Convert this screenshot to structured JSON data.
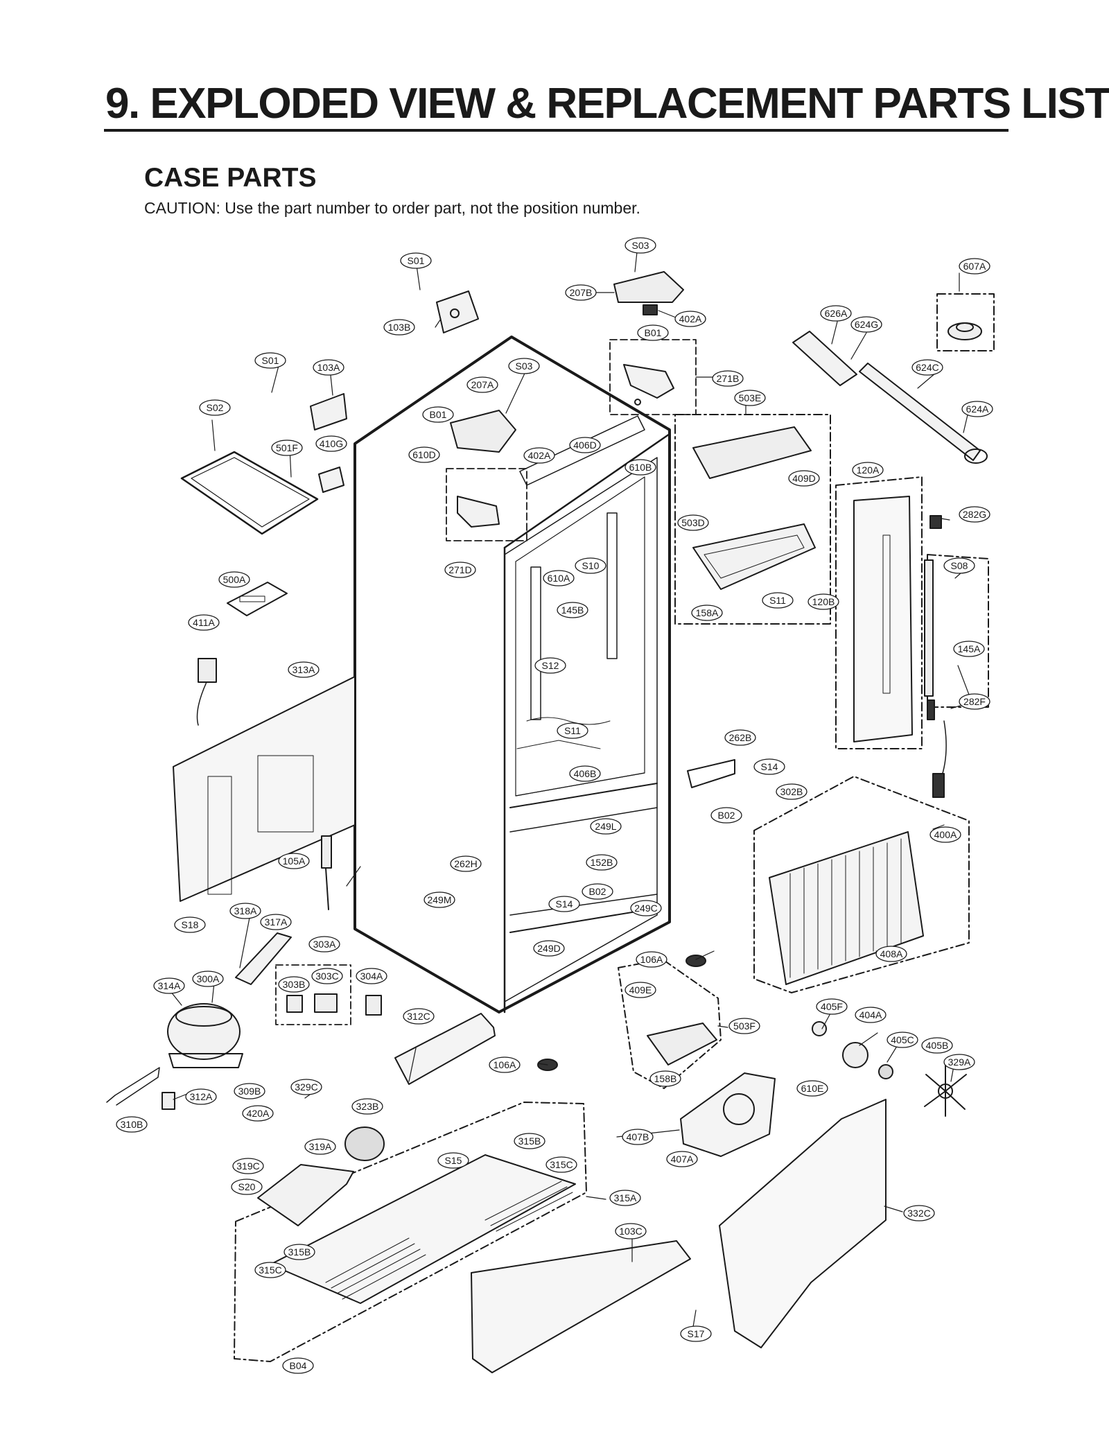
{
  "header": {
    "title": "9. EXPLODED VIEW & REPLACEMENT PARTS LIST",
    "section": "CASE PARTS",
    "caution": "CAUTION: Use the part number to order part, not the position number."
  },
  "labels": [
    {
      "id": "S03",
      "text": "S03"
    },
    {
      "id": "S01",
      "text": "S01"
    },
    {
      "id": "607A",
      "text": "607A"
    },
    {
      "id": "207B",
      "text": "207B"
    },
    {
      "id": "402A-top",
      "text": "402A"
    },
    {
      "id": "626A",
      "text": "626A"
    },
    {
      "id": "624G",
      "text": "624G"
    },
    {
      "id": "103B",
      "text": "103B"
    },
    {
      "id": "B01-top",
      "text": "B01"
    },
    {
      "id": "S01-left",
      "text": "S01"
    },
    {
      "id": "103A",
      "text": "103A"
    },
    {
      "id": "S03-mid",
      "text": "S03"
    },
    {
      "id": "624C",
      "text": "624C"
    },
    {
      "id": "207A",
      "text": "207A"
    },
    {
      "id": "271B",
      "text": "271B"
    },
    {
      "id": "S02",
      "text": "S02"
    },
    {
      "id": "B01-mid",
      "text": "B01"
    },
    {
      "id": "503E",
      "text": "503E"
    },
    {
      "id": "624A",
      "text": "624A"
    },
    {
      "id": "501F",
      "text": "501F"
    },
    {
      "id": "410G",
      "text": "410G"
    },
    {
      "id": "610D",
      "text": "610D"
    },
    {
      "id": "406D",
      "text": "406D"
    },
    {
      "id": "402A-mid",
      "text": "402A"
    },
    {
      "id": "610B",
      "text": "610B"
    },
    {
      "id": "409D",
      "text": "409D"
    },
    {
      "id": "120A",
      "text": "120A"
    },
    {
      "id": "503D",
      "text": "503D"
    },
    {
      "id": "282G",
      "text": "282G"
    },
    {
      "id": "271D",
      "text": "271D"
    },
    {
      "id": "S10",
      "text": "S10"
    },
    {
      "id": "S08",
      "text": "S08"
    },
    {
      "id": "610A",
      "text": "610A"
    },
    {
      "id": "500A",
      "text": "500A"
    },
    {
      "id": "S11-top",
      "text": "S11"
    },
    {
      "id": "120B",
      "text": "120B"
    },
    {
      "id": "145B",
      "text": "145B"
    },
    {
      "id": "158A",
      "text": "158A"
    },
    {
      "id": "411A",
      "text": "411A"
    },
    {
      "id": "145A",
      "text": "145A"
    },
    {
      "id": "313A",
      "text": "313A"
    },
    {
      "id": "S12",
      "text": "S12"
    },
    {
      "id": "282F",
      "text": "282F"
    },
    {
      "id": "S11-mid",
      "text": "S11"
    },
    {
      "id": "262B",
      "text": "262B"
    },
    {
      "id": "S14-right",
      "text": "S14"
    },
    {
      "id": "406B",
      "text": "406B"
    },
    {
      "id": "302B",
      "text": "302B"
    },
    {
      "id": "B02-right",
      "text": "B02"
    },
    {
      "id": "249L",
      "text": "249L"
    },
    {
      "id": "400A",
      "text": "400A"
    },
    {
      "id": "105A",
      "text": "105A"
    },
    {
      "id": "262H",
      "text": "262H"
    },
    {
      "id": "152B",
      "text": "152B"
    },
    {
      "id": "B02-mid",
      "text": "B02"
    },
    {
      "id": "249M",
      "text": "249M"
    },
    {
      "id": "S14-mid",
      "text": "S14"
    },
    {
      "id": "249C",
      "text": "249C"
    },
    {
      "id": "318A",
      "text": "318A"
    },
    {
      "id": "S18",
      "text": "S18"
    },
    {
      "id": "317A",
      "text": "317A"
    },
    {
      "id": "303A",
      "text": "303A"
    },
    {
      "id": "249D",
      "text": "249D"
    },
    {
      "id": "106A-top",
      "text": "106A"
    },
    {
      "id": "408A",
      "text": "408A"
    },
    {
      "id": "300A",
      "text": "300A"
    },
    {
      "id": "303B",
      "text": "303B"
    },
    {
      "id": "303C",
      "text": "303C"
    },
    {
      "id": "304A",
      "text": "304A"
    },
    {
      "id": "314A",
      "text": "314A"
    },
    {
      "id": "409E",
      "text": "409E"
    },
    {
      "id": "405F",
      "text": "405F"
    },
    {
      "id": "404A",
      "text": "404A"
    },
    {
      "id": "312C",
      "text": "312C"
    },
    {
      "id": "503F",
      "text": "503F"
    },
    {
      "id": "405C",
      "text": "405C"
    },
    {
      "id": "405B",
      "text": "405B"
    },
    {
      "id": "106A-mid",
      "text": "106A"
    },
    {
      "id": "329A",
      "text": "329A"
    },
    {
      "id": "158B",
      "text": "158B"
    },
    {
      "id": "329C",
      "text": "329C"
    },
    {
      "id": "309B",
      "text": "309B"
    },
    {
      "id": "610E",
      "text": "610E"
    },
    {
      "id": "312A",
      "text": "312A"
    },
    {
      "id": "323B",
      "text": "323B"
    },
    {
      "id": "420A",
      "text": "420A"
    },
    {
      "id": "310B",
      "text": "310B"
    },
    {
      "id": "407B",
      "text": "407B"
    },
    {
      "id": "315B-top",
      "text": "315B"
    },
    {
      "id": "319A",
      "text": "319A"
    },
    {
      "id": "S15",
      "text": "S15"
    },
    {
      "id": "315C-top",
      "text": "315C"
    },
    {
      "id": "407A",
      "text": "407A"
    },
    {
      "id": "319C",
      "text": "319C"
    },
    {
      "id": "S20",
      "text": "S20"
    },
    {
      "id": "315A",
      "text": "315A"
    },
    {
      "id": "332C",
      "text": "332C"
    },
    {
      "id": "103C",
      "text": "103C"
    },
    {
      "id": "315B-bot",
      "text": "315B"
    },
    {
      "id": "315C-bot",
      "text": "315C"
    },
    {
      "id": "S17",
      "text": "S17"
    },
    {
      "id": "B04",
      "text": "B04"
    }
  ]
}
